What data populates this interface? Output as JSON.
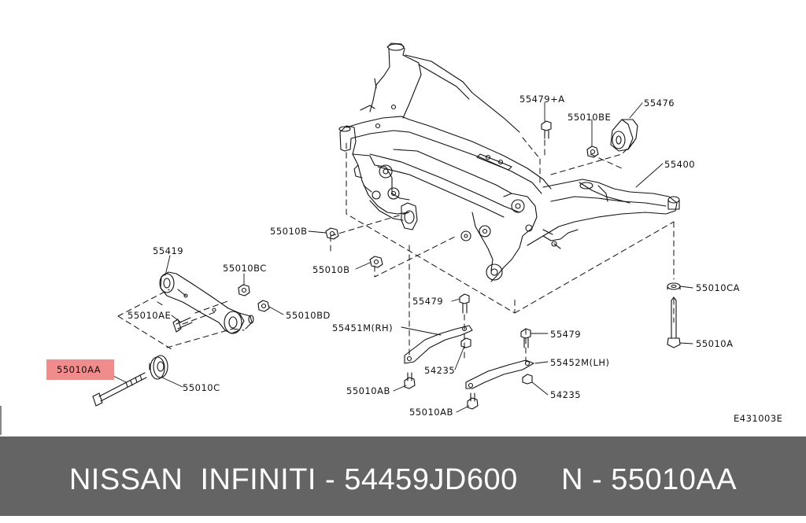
{
  "diagram": {
    "code": "E431003E",
    "callouts": {
      "c55479A": "55479+A",
      "c55010BE": "55010BE",
      "c55476": "55476",
      "c55400": "55400",
      "c55010B_1": "55010B",
      "c55010B_2": "55010B",
      "c55419": "55419",
      "c55010BC": "55010BC",
      "c55010AE": "55010AE",
      "c55010BD": "55010BD",
      "c55010AA": "55010AA",
      "c55010C": "55010C",
      "c55479_1": "55479",
      "c55451M": "55451M(RH)",
      "c54235_1": "54235",
      "c55010AB_1": "55010AB",
      "c55010AB_2": "55010AB",
      "c55479_2": "55479",
      "c55452M": "55452M(LH)",
      "c54235_2": "54235",
      "c55010CA": "55010CA",
      "c55010A": "55010A"
    },
    "highlight_color": "#f08080"
  },
  "footer": {
    "text": "NISSAN  INFINITI - 54459JD600     N - 55010AA",
    "background": "#646464"
  }
}
